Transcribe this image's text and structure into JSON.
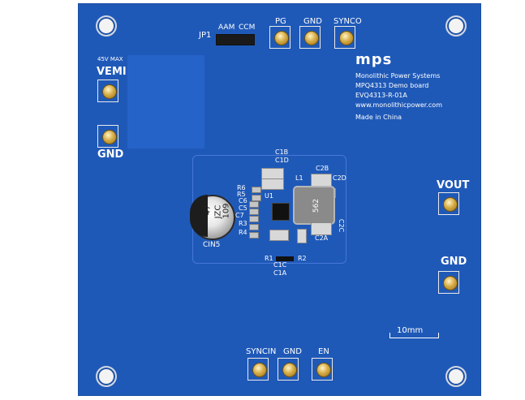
{
  "board": {
    "brand": "mps",
    "lines": [
      "Monolithic Power Systems",
      "MPQ4313 Demo board",
      "EVQ4313-R-01A",
      "www.monolithicpower.com",
      "Made in China"
    ]
  },
  "labels": {
    "jp1": "JP1",
    "aam": "AAM",
    "ccm": "CCM",
    "pg": "PG",
    "gnd_top": "GND",
    "sync_out": "SYNCO",
    "v45_max": "45V MAX",
    "vemi": "VEMI",
    "gnd_left": "GND",
    "vout": "VOUT",
    "gnd_right": "GND",
    "syncin": "SYNCIN",
    "gnd_bottom": "GND",
    "en": "EN",
    "scale": "10mm",
    "c1b": "C1B",
    "c1d": "C1D",
    "c2b": "C2B",
    "c2d": "C2D",
    "c2c": "C2C",
    "c2a": "C2A",
    "l1": "L1",
    "u1": "U1",
    "r6": "R6",
    "r5": "R5",
    "c6": "C6",
    "c5": "C5",
    "c7": "C7",
    "r3": "R3",
    "r4": "R4",
    "cin5": "CIN5",
    "r1": "R1",
    "r2": "R2",
    "c1c": "C1C",
    "c1a": "C1A",
    "inductor_mark": "562",
    "cap_mark_1": "47",
    "cap_mark_2": "JZC",
    "cap_mark_3": "109"
  }
}
